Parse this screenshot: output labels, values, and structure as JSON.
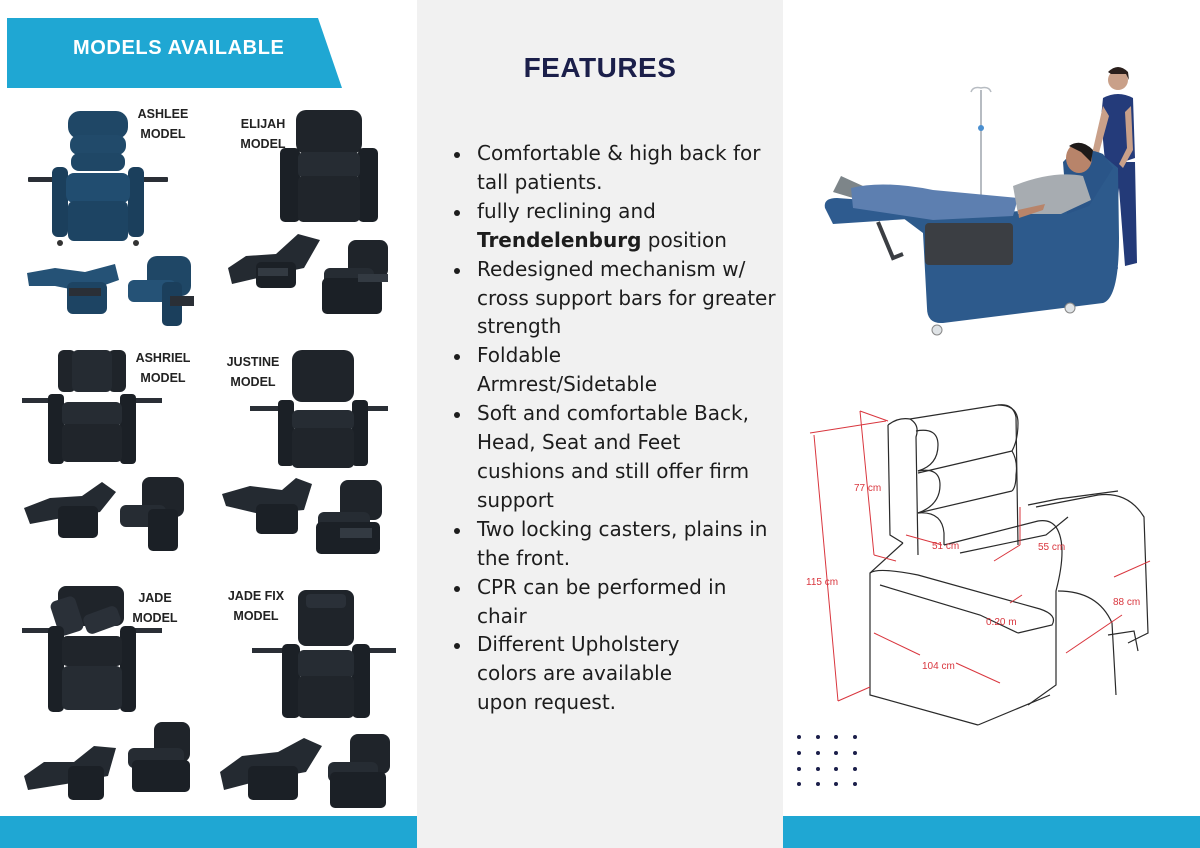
{
  "left_panel": {
    "banner_title": "MODELS AVAILABLE",
    "models": [
      {
        "name": "ASHLEE",
        "suffix": "MODEL",
        "upholstery": "navy blue",
        "upholstery_color": "#1f3f5c"
      },
      {
        "name": "ELIJAH",
        "suffix": "MODEL",
        "upholstery": "black",
        "upholstery_color": "#1e2329"
      },
      {
        "name": "ASHRIEL",
        "suffix": "MODEL",
        "upholstery": "black",
        "upholstery_color": "#1e2329"
      },
      {
        "name": "JUSTINE",
        "suffix": "MODEL",
        "upholstery": "black",
        "upholstery_color": "#1e2329"
      },
      {
        "name": "JADE",
        "suffix": "MODEL",
        "upholstery": "black",
        "upholstery_color": "#1e2329"
      },
      {
        "name": "JADE FIX",
        "suffix": "MODEL",
        "upholstery": "black",
        "upholstery_color": "#1e2329"
      }
    ]
  },
  "middle_panel": {
    "title": "FEATURES",
    "features": [
      {
        "text": "Comfortable & high back for tall patients."
      },
      {
        "text_before": "fully reclining and ",
        "bold": "Trendelenburg",
        "text_after": " position"
      },
      {
        "text": "Redesigned mechanism w/ cross support bars for greater strength"
      },
      {
        "text": "Foldable Armrest/Sidetable"
      },
      {
        "text": "Soft and comfortable Back, Head, Seat and Feet cushions and still offer firm support"
      },
      {
        "text": "Two locking casters, plains in the front."
      },
      {
        "text": "CPR can be performed in chair"
      },
      {
        "text": "Different Upholstery colors are available upon request."
      }
    ]
  },
  "right_panel": {
    "photo": {
      "subject": "patient reclining in blue chair with nurse and IV pole"
    },
    "diagram": {
      "dimensions": {
        "total_height": "115 cm",
        "back_height": "77 cm",
        "seat_depth": "51 cm",
        "seat_width": "55 cm",
        "total_depth": "88 cm",
        "side_table": "0.20 m",
        "total_width": "104 cm"
      }
    }
  },
  "colors": {
    "accent_blue": "#1fa7d3",
    "navy": "#1b1f4a",
    "middle_bg": "#f1f1f1",
    "dimension_red": "#d9363e"
  }
}
